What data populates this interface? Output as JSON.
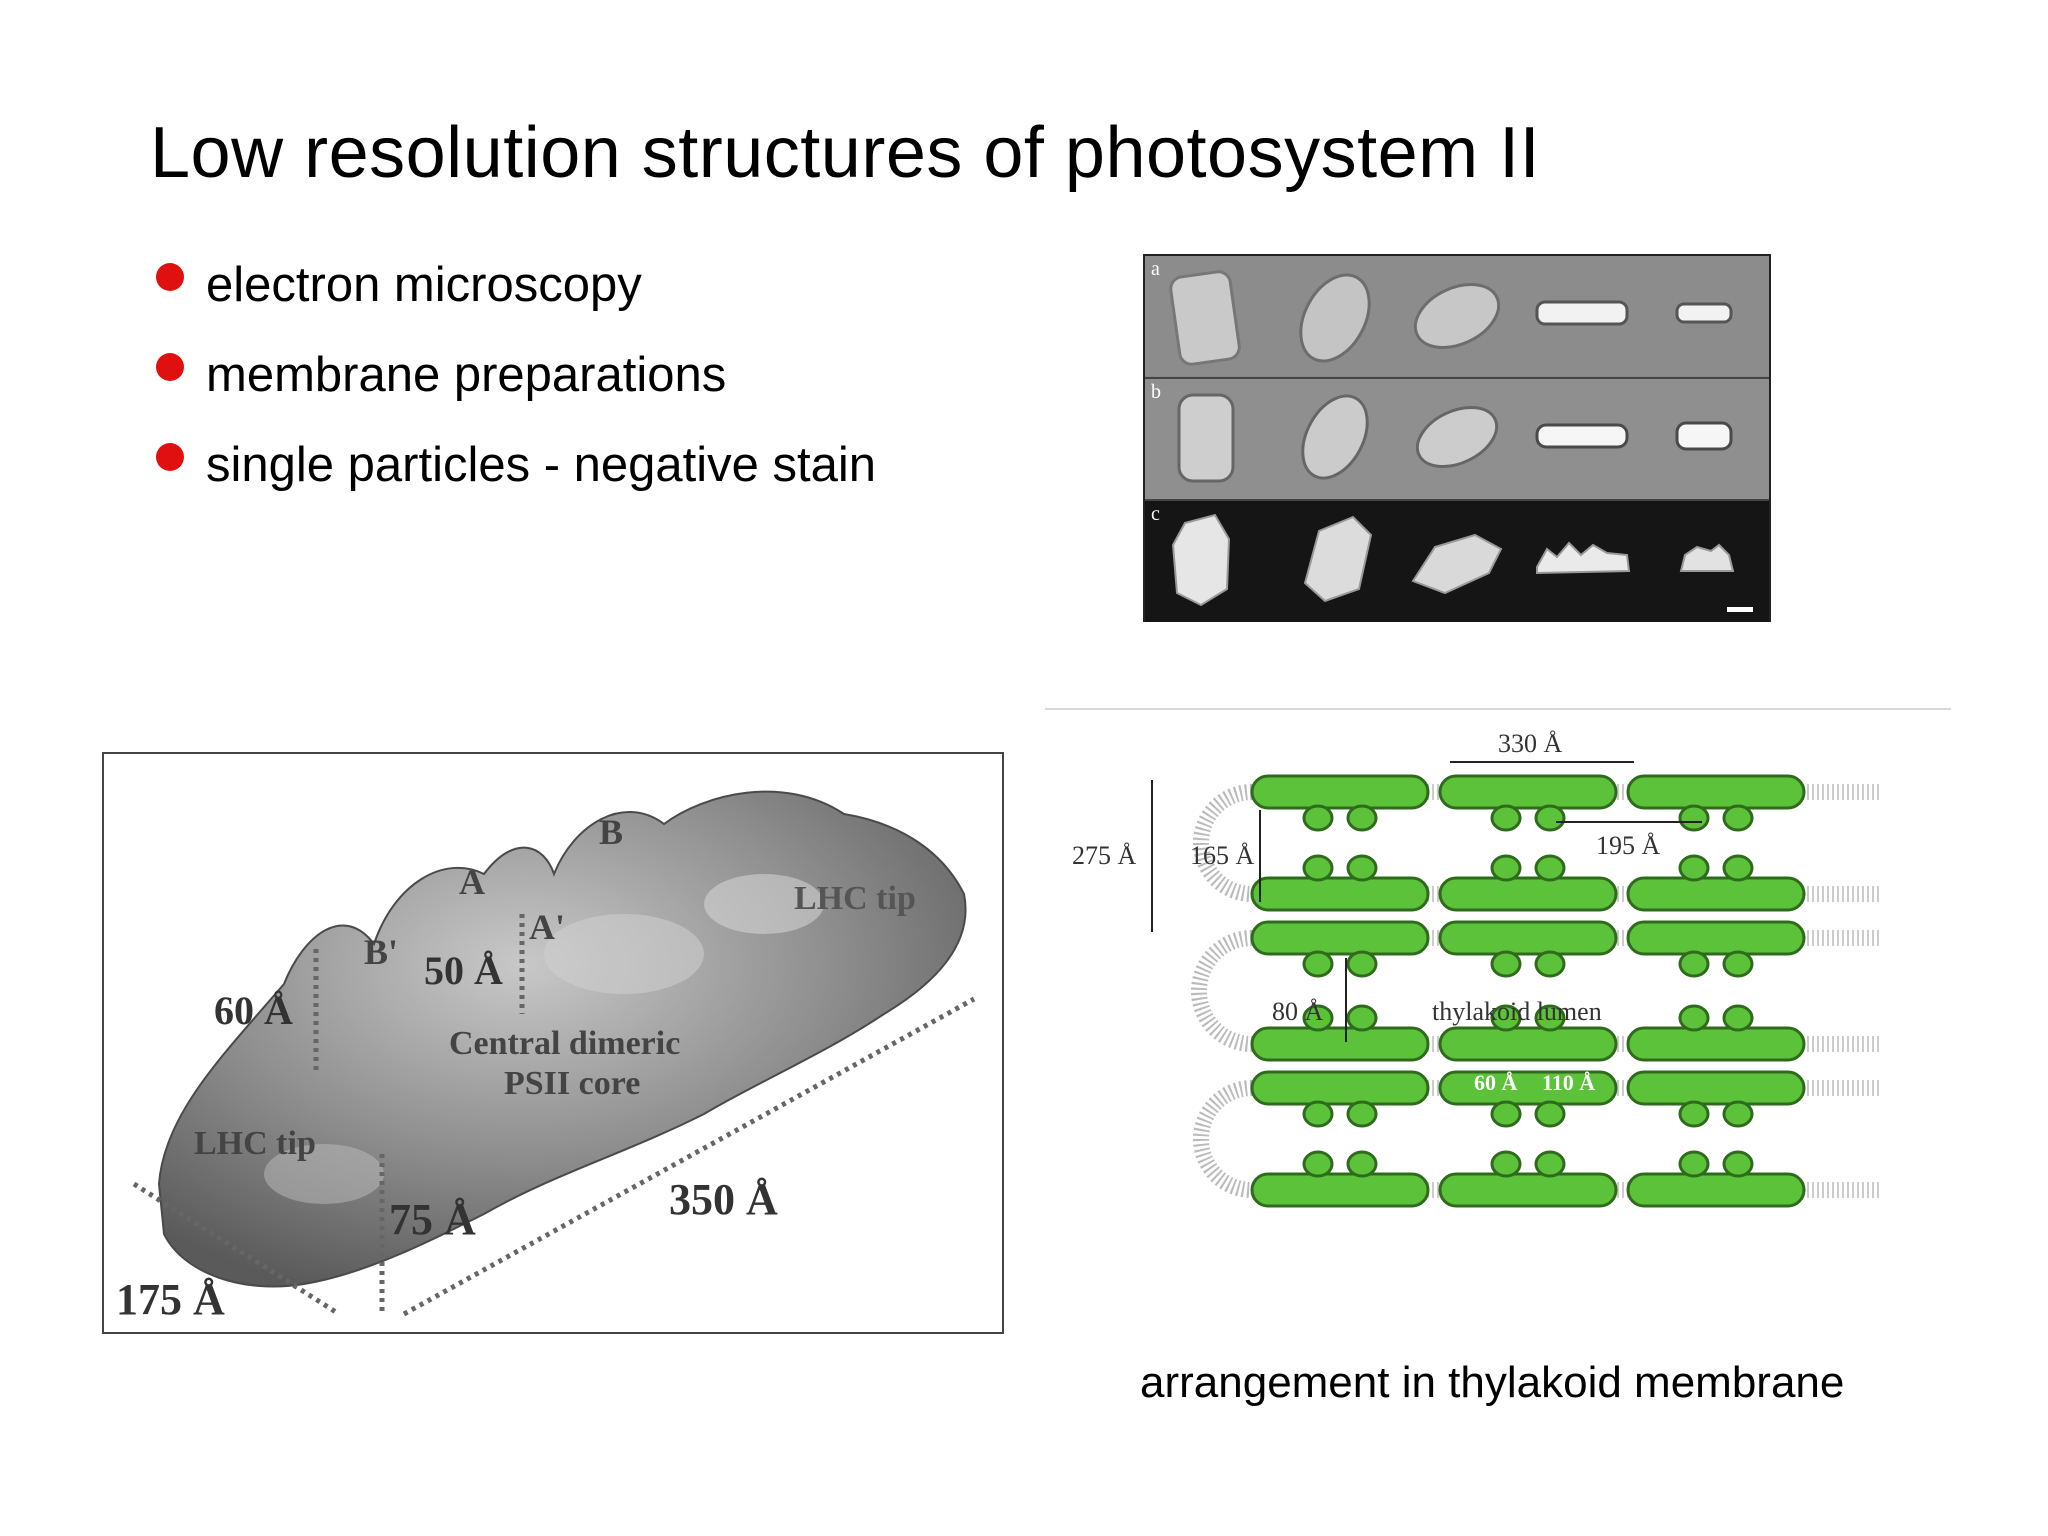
{
  "slide": {
    "title": "Low resolution structures of photosystem II",
    "bullets": [
      {
        "text": "electron microscopy"
      },
      {
        "text": "membrane preparations"
      },
      {
        "text": "single particles - negative stain"
      }
    ],
    "bullet_color": "#e11010",
    "caption": "arrangement in thylakoid membrane"
  },
  "em_panel": {
    "rows": [
      {
        "label": "a"
      },
      {
        "label": "b"
      },
      {
        "label": "c"
      }
    ]
  },
  "model": {
    "labels": {
      "B": "B",
      "A": "A",
      "A_prime": "A'",
      "B_prime": "B'",
      "lhc_tip_right": "LHC tip",
      "lhc_tip_left": "LHC tip",
      "core_line1": "Central dimeric",
      "core_line2": "PSII core",
      "d60": "60 Å",
      "d50": "50 Å",
      "d75": "75 Å",
      "d350": "350 Å",
      "d175": "175 Å"
    }
  },
  "thylakoid": {
    "color": "#5cc23a",
    "labels": {
      "d330": "330 Å",
      "d275": "275 Å",
      "d165": "165 Å",
      "d195": "195 Å",
      "d80": "80 Å",
      "lumen": "thylakoid lumen",
      "d60": "60 Å",
      "d110": "110 Å"
    }
  }
}
